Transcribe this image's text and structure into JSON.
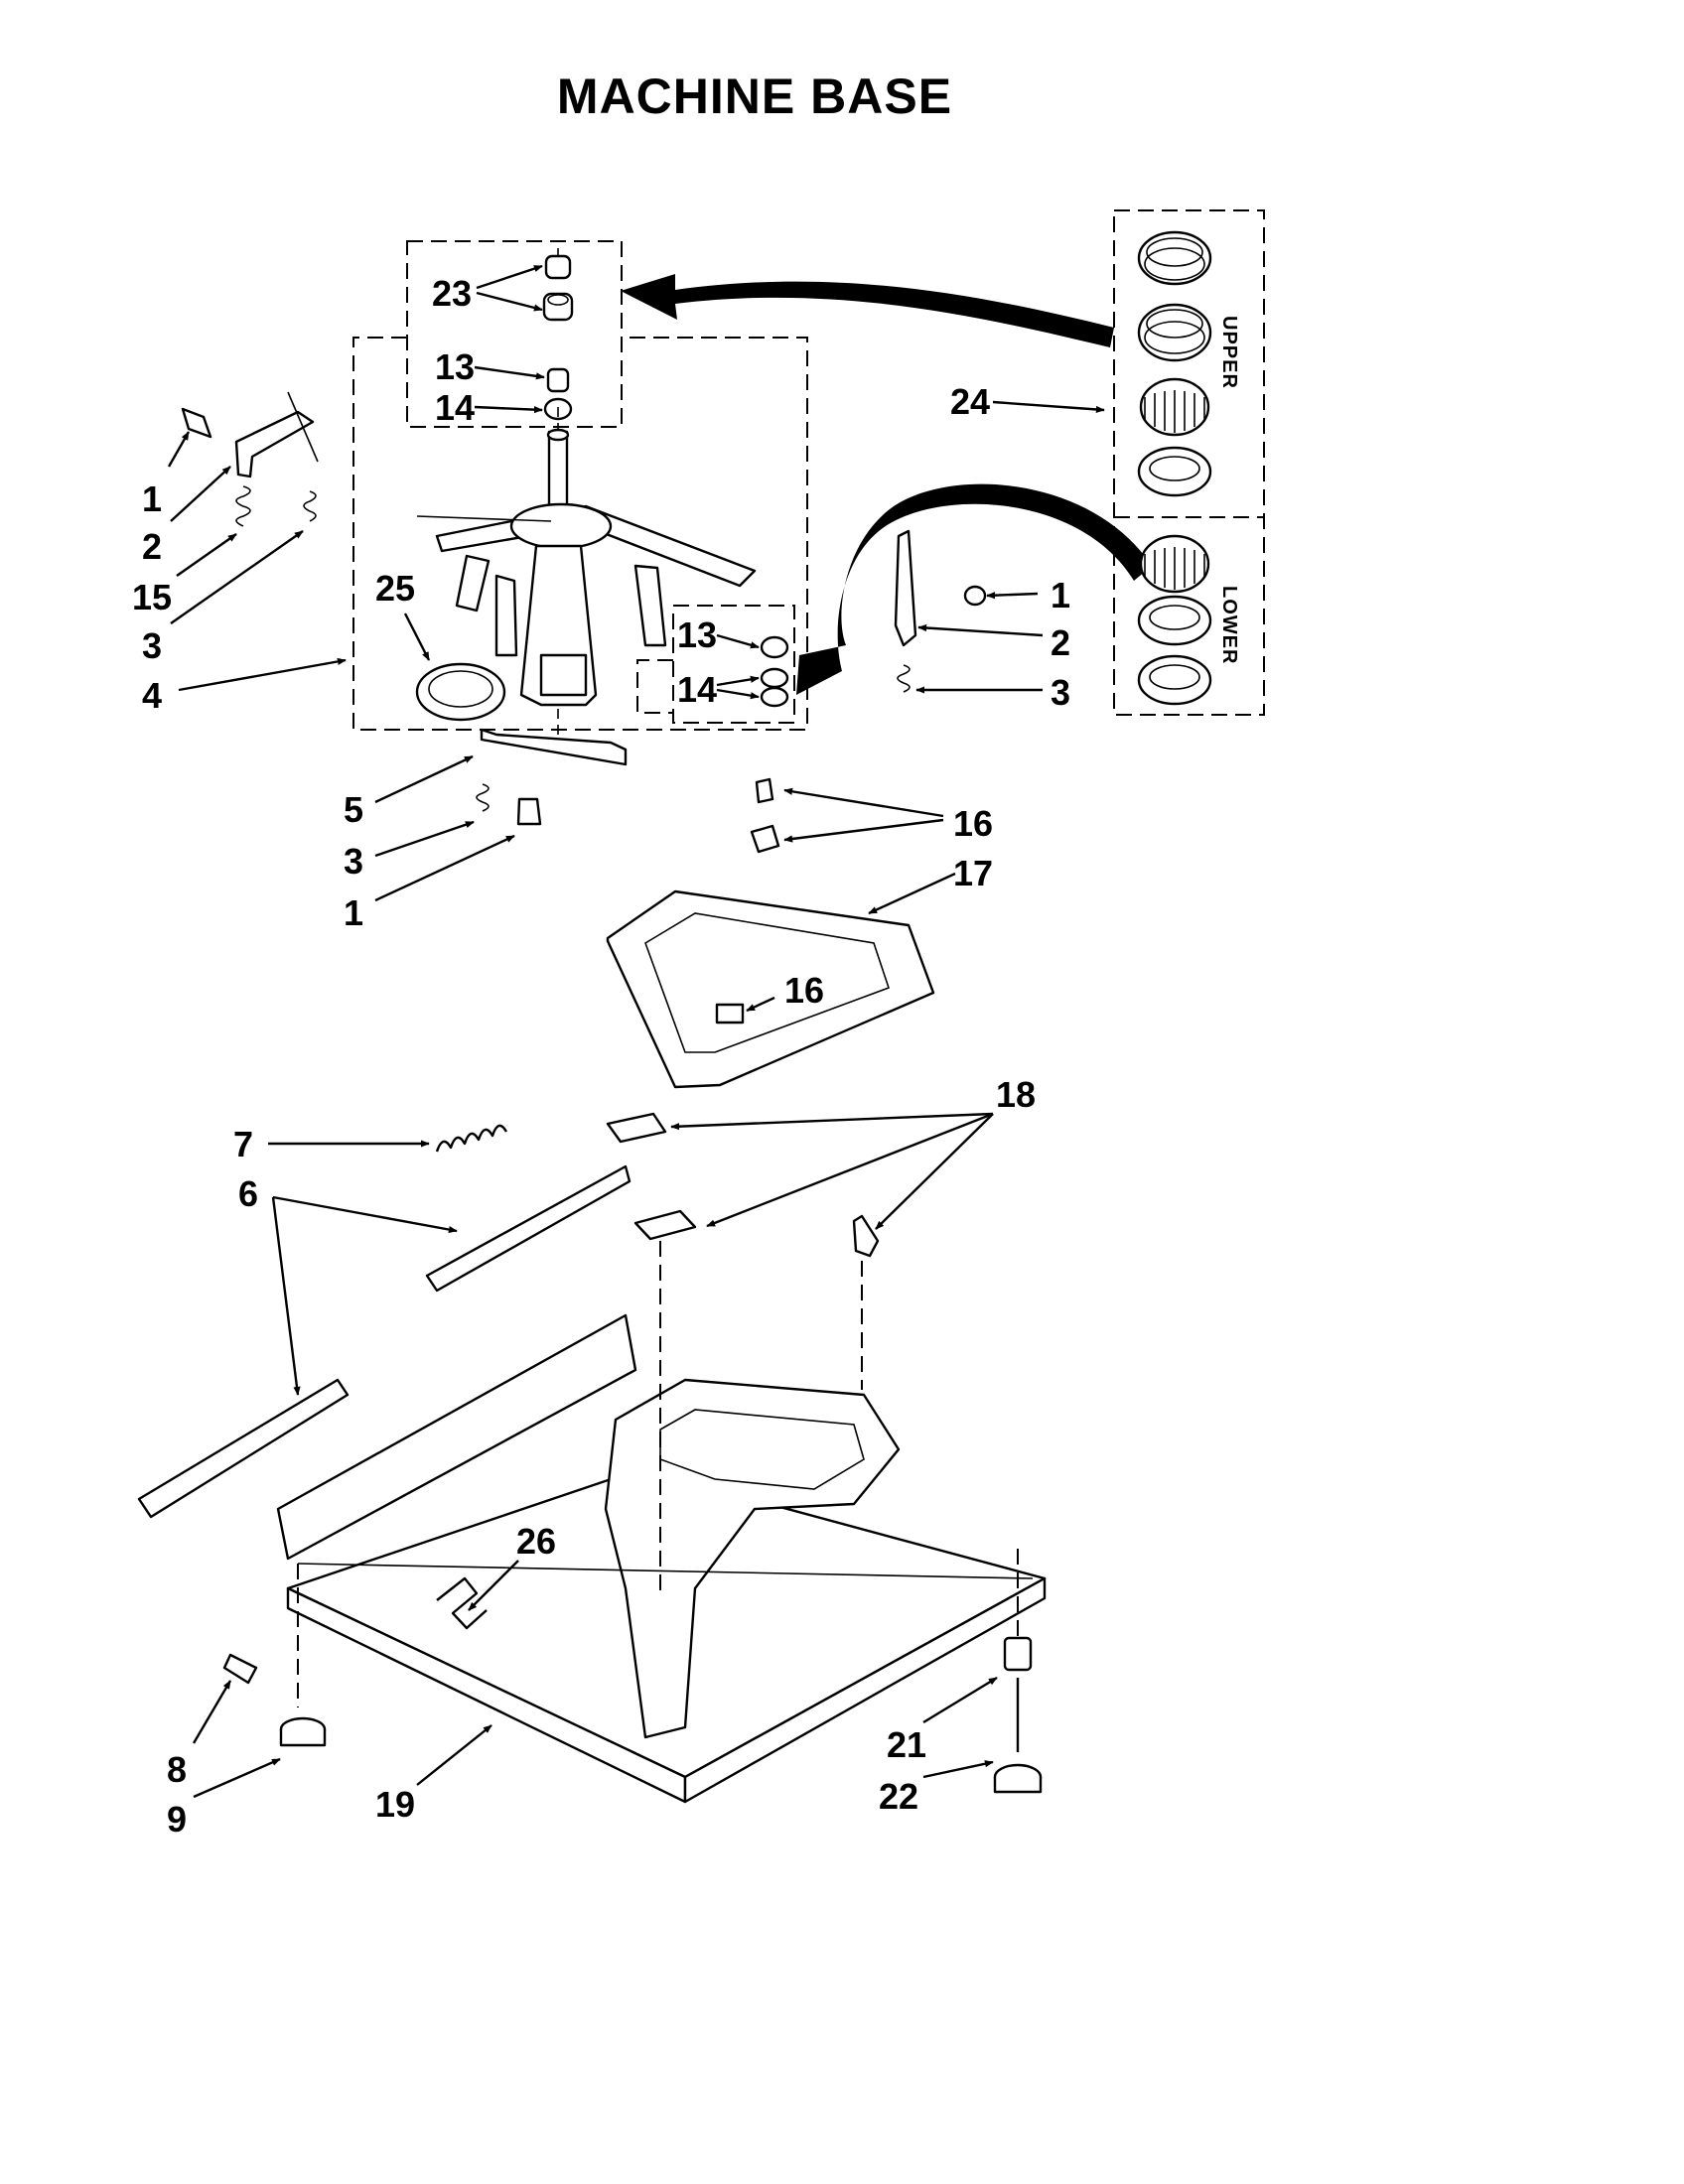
{
  "title": "MACHINE BASE",
  "callouts": {
    "c1a": "1",
    "c2a": "2",
    "c15": "15",
    "c3a": "3",
    "c4": "4",
    "c25": "25",
    "c23": "23",
    "c13a": "13",
    "c14a": "14",
    "c24": "24",
    "c13b": "13",
    "c14b": "14",
    "c1b": "1",
    "c2b": "2",
    "c3b": "3",
    "c5": "5",
    "c3c": "3",
    "c1c": "1",
    "c16a": "16",
    "c17": "17",
    "c16b": "16",
    "c7": "7",
    "c6": "6",
    "c18": "18",
    "c26": "26",
    "c8": "8",
    "c9": "9",
    "c19": "19",
    "c21": "21",
    "c22": "22"
  },
  "kit_labels": {
    "upper": "UPPER",
    "lower": "LOWER"
  }
}
